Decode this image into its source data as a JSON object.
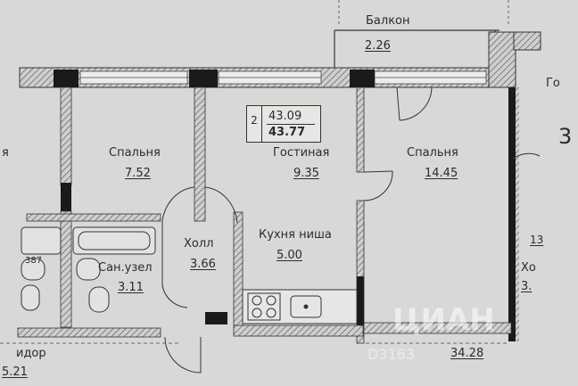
{
  "flat": {
    "rooms_count": "2",
    "area_total": "43.09",
    "area_with_balcony": "43.77"
  },
  "rooms": [
    {
      "name": "Балкон",
      "area": "2.26"
    },
    {
      "name": "Спальня",
      "area": "7.52"
    },
    {
      "name": "Гостиная",
      "area": "9.35"
    },
    {
      "name": "Спальня",
      "area": "14.45"
    },
    {
      "name": "Холл",
      "area": "3.66"
    },
    {
      "name": "Кухня ниша",
      "area": "5.00"
    },
    {
      "name": "Сан.узел",
      "area": "3.11"
    }
  ],
  "fragments": {
    "left_edge": "я",
    "corridor": "идор",
    "corridor_area": "5.21",
    "right_top": "Го",
    "right_big": "3",
    "right_num": "13",
    "right_hall": "Хо",
    "right_area": "3.",
    "bottom_right": "34.28",
    "left_bath": "387",
    "watermark": "ЦИАН",
    "id_code": "D3163"
  },
  "colors": {
    "paper": "#d8d8d6",
    "wall": "#1a1a1a",
    "hatch": "#6b6b6b",
    "line": "#333333"
  }
}
